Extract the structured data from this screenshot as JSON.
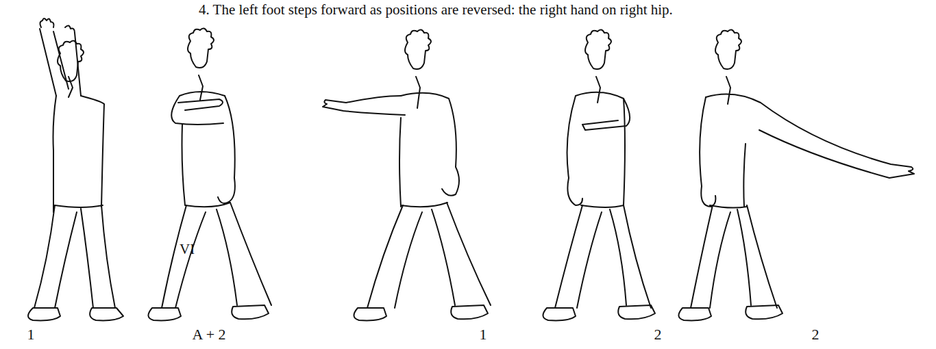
{
  "diagram": {
    "labels": [
      "4. The left foot steps forward as positions are reversed: the right hand on right hip.",
      "VI",
      "1",
      "A + 2",
      "1",
      "2",
      "2"
    ]
  }
}
